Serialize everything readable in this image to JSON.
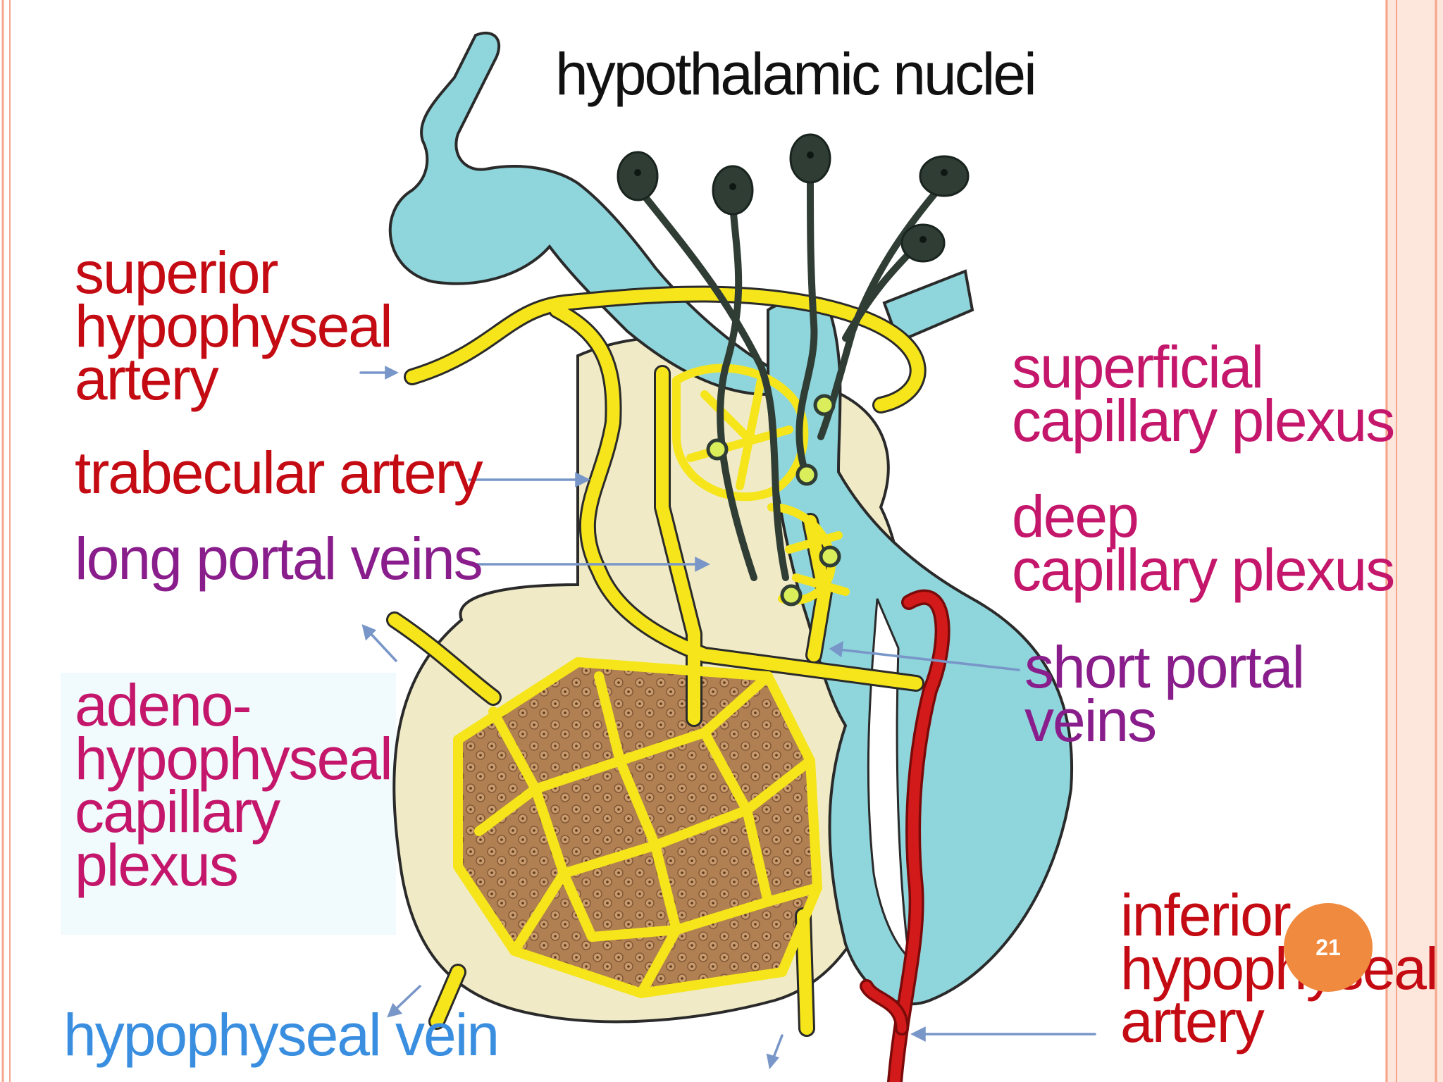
{
  "slide": {
    "title": "hypothalamic nuclei",
    "page_number": "21",
    "colors": {
      "artery": "#c40a12",
      "portal": "#8a1d8c",
      "plexus": "#c4176b",
      "vein": "#3a8ee0",
      "title": "#111111",
      "capillary_yellow": "#f5e51a",
      "neurohypophysis_blue": "#8fd6dc",
      "gland_cream": "#f0ebc6",
      "cell_brown": "#b07f52",
      "neuron_dark": "#2f3d35",
      "border_salmon": "#f6a58a",
      "badge_orange": "#f08a3e"
    },
    "labels": {
      "superior_hypophyseal_artery": "superior\nhypophyseal\nartery",
      "trabecular_artery": "trabecular artery",
      "long_portal_veins": "long portal veins",
      "adenohypophyseal_plexus": "adeno-\nhypophyseal\ncapillary\nplexus",
      "hypophyseal_vein": "hypophyseal vein",
      "superficial_plexus": "superficial\ncapillary plexus",
      "deep_plexus": "deep\ncapillary plexus",
      "short_portal_veins": "short portal veins",
      "inferior_hypophyseal_artery": "inferior\nhypophyseal\nartery"
    }
  }
}
